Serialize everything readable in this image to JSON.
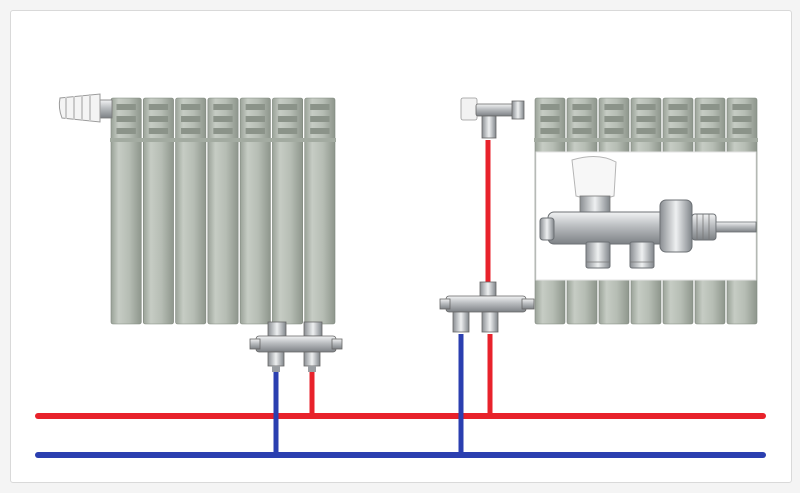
{
  "colors": {
    "supply_pipe": "#e8222b",
    "return_pipe": "#2b3fb0",
    "radiator": "#b9c0b7",
    "radiator_shadow": "#8f978d",
    "valve_metal": "#c7c9cb",
    "valve_dark": "#8a8d90",
    "thermostat_head": "#f1f1f1"
  },
  "diagram": {
    "radiator_left": {
      "sections": 7
    },
    "radiator_right": {
      "sections": 7
    },
    "icons": [
      "thermostat-head-icon",
      "bottom-dual-valve-icon",
      "angle-valve-icon",
      "tee-fitting-icon",
      "valve-closeup-photo"
    ]
  }
}
